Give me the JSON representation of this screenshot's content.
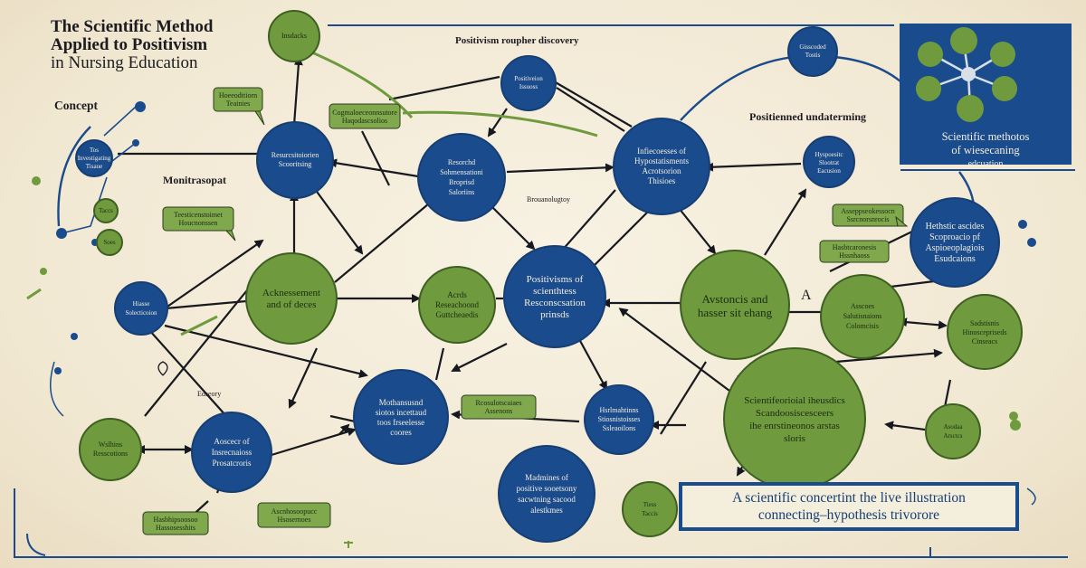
{
  "title": {
    "line1": "The Scientific Method",
    "line2": "Applied to Positivism",
    "line3": "in Nursing Education"
  },
  "labels": {
    "concept": "Concept",
    "monitor": "Monitrasopat",
    "top_center": "Positivism roupher discovery",
    "right_mid": "Positienned undaterming",
    "small_a": "A",
    "small_b": "Brouanolugtoy",
    "small_c": "Edseory"
  },
  "top_right_panel": {
    "caption_line1": "Scientific methotos",
    "caption_line2": "of wiesecaning",
    "caption_line3": "edcuation"
  },
  "bottom_banner": {
    "line1": "A scientific concertint the live illustration",
    "line2": "connecting–hypothesis trivorore"
  },
  "nodes": {
    "n_top_green": "Insdacks",
    "n_left_blue_l1": "Tos",
    "n_left_blue_l2": "Investigating",
    "n_left_blue_l3": "Tisaue",
    "n_left_small1": "Taccs",
    "n_left_small2": "Soes",
    "n_blue_a_l1": "Resurcsitoiorien",
    "n_blue_a_l2": "Scooritsing",
    "n_small_top_l1": "Positiveion",
    "n_small_top_l2": "Issuoss",
    "n_blue_b_l1": "Resorchd",
    "n_blue_b_l2": "Sohmensationi",
    "n_blue_b_l3": "Broprisd",
    "n_blue_b_l4": "Saloriins",
    "n_blue_c_l1": "Infiecoesses of",
    "n_blue_c_l2": "Hypostatisments",
    "n_blue_c_l3": "Acrotsorion",
    "n_blue_c_l4": "Thisioes",
    "n_tr_small_l1": "Gisscoded",
    "n_tr_small_l2": "Tostis",
    "n_blue_d_l1": "Hyspoesitc",
    "n_blue_d_l2": "Slootrat",
    "n_blue_d_l3": "Eacusion",
    "n_left_mid_l1": "Hiasse",
    "n_left_mid_l2": "Solecticoion",
    "n_green_a_l1": "Acknessement",
    "n_green_a_l2": "and of deces",
    "n_green_b_l1": "Acrds",
    "n_green_b_l2": "Reseachoond",
    "n_green_b_l3": "Guttcheaedis",
    "n_blue_center_l1": "Positivisms of",
    "n_blue_center_l2": "scienthtess",
    "n_blue_center_l3": "Resconscsation",
    "n_blue_center_l4": "prinsds",
    "n_green_c_l1": "Avstoncis and",
    "n_green_c_l2": "hasser sit ehang",
    "n_green_d_l1": "Asscoes",
    "n_green_d_l2": "Salutisnaions",
    "n_green_d_l3": "Colomcisis",
    "n_blue_rr_l1": "Hethstic ascides",
    "n_blue_rr_l2": "Scoproacio pf",
    "n_blue_rr_l3": "Aspioeoplagiois",
    "n_blue_rr_l4": "Esudcaions",
    "n_green_e_l1": "Sadstisnis",
    "n_green_e_l2": "Hinoscepriseds",
    "n_green_e_l3": "Cinseacs",
    "n_blue_lm_l1": "Mothansusnd",
    "n_blue_lm_l2": "siotos incettaud",
    "n_blue_lm_l3": "toos frseelesse",
    "n_blue_lm_l4": "coores",
    "n_blue_sm_l1": "Hsrlmahtinns",
    "n_blue_sm_l2": "Stiosnistoisses",
    "n_blue_sm_l3": "Ssleaoilons",
    "n_green_big_l1": "Scientifeorioial iheusdics",
    "n_green_big_l2": "Scandoosiscesceers",
    "n_green_big_l3": "ihe enrstineonos arstas",
    "n_green_big_l4": "sloris",
    "n_green_f_l1": "Asodaa",
    "n_green_f_l2": "Arsctcs",
    "n_bl_green_l1": "Wslhins",
    "n_bl_green_l2": "Resscotions",
    "n_blue_bl_l1": "Aoscecr of",
    "n_blue_bl_l2": "Insrecnaioss",
    "n_blue_bl_l3": "Prosatcroris",
    "n_blue_bottom_l1": "Madmines of",
    "n_blue_bottom_l2": "positive sooetsony",
    "n_blue_bottom_l3": "sacwtning sacood",
    "n_blue_bottom_l4": "alestkmes",
    "n_bottom_small_l1": "Tiess",
    "n_bottom_small_l2": "Taccis"
  },
  "callouts": {
    "c1_l1": "Hoeeodttiorn",
    "c1_l2": "Teainies",
    "c2_l1": "Cogmaloeceonnsutore",
    "c2_l2": "Haqodascsolios",
    "c3_l1": "Teesticenstoimet",
    "c3_l2": "Houcnonssen",
    "c4_l1": "Asseppseokessocn",
    "c4_l2": "Ssrcnorsnrocis",
    "c5_l1": "Hasbtcaronesis",
    "c5_l2": "Hssnhaoss",
    "c6_l1": "Rcosulotscaiaes",
    "c6_l2": "Assenons",
    "c7_l1": "Ascnhosoopucc",
    "c7_l2": "Hsosernoes",
    "c8_l1": "Hasbhipsoosoo",
    "c8_l2": "Hassosesshits"
  },
  "colors": {
    "navy": "#1a4b8c",
    "green": "#6f9b3e",
    "paper": "#f3ebd8",
    "ink": "#1c1c22"
  }
}
